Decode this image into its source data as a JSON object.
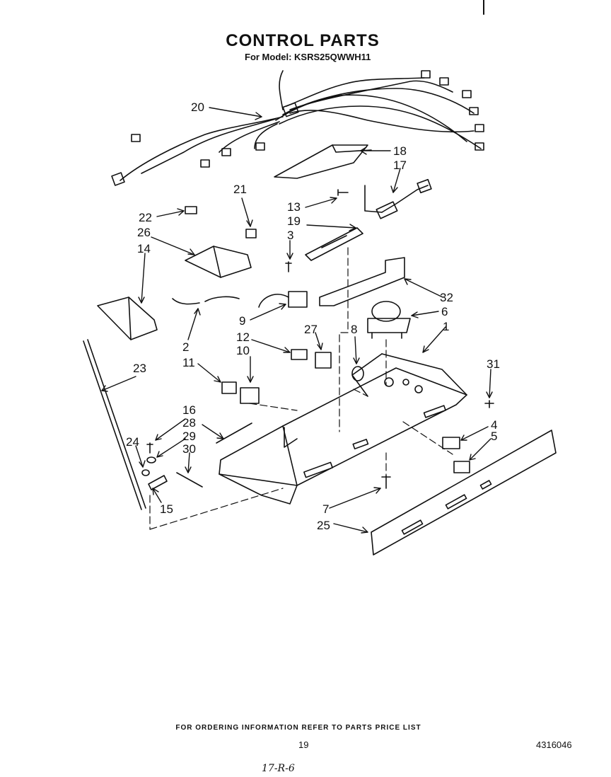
{
  "title": "CONTROL PARTS",
  "subtitle": "For Model: KSRS25QWWH11",
  "footer_note": "FOR ORDERING INFORMATION REFER TO PARTS PRICE LIST",
  "page_number": "19",
  "document_number": "4316046",
  "handwritten_mark": "17-R-6",
  "callouts": [
    "20",
    "18",
    "17",
    "13",
    "21",
    "22",
    "26",
    "14",
    "19",
    "3",
    "9",
    "32",
    "6",
    "1",
    "27",
    "8",
    "12",
    "10",
    "2",
    "23",
    "11",
    "31",
    "16",
    "28",
    "29",
    "30",
    "24",
    "4",
    "5",
    "15",
    "7",
    "25"
  ]
}
